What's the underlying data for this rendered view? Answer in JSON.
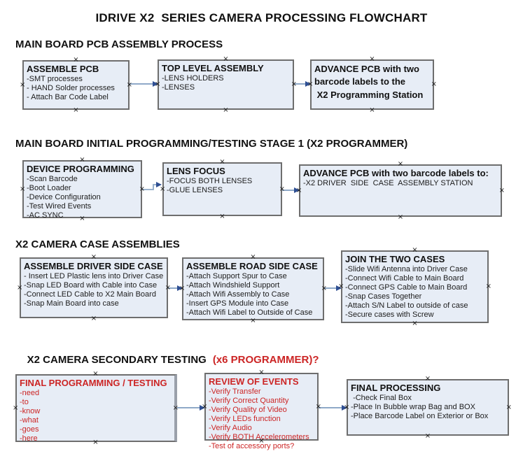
{
  "title": "IDRIVE X2  SERIES CAMERA PROCESSING FLOWCHART",
  "colors": {
    "box_fill": "#e7edf6",
    "box_border": "#6e6e6e",
    "red_text": "#cc2525",
    "arrow_line": "#8fa9c8",
    "arrow_head": "#2f4f93"
  },
  "handle_glyph": "×",
  "sections": [
    {
      "header": "MAIN BOARD PCB ASSEMBLY PROCESS",
      "boxes": [
        {
          "title": "ASSEMBLE PCB",
          "items": [
            "-SMT processes",
            "- HAND Solder processes",
            "- Attach Bar Code Label"
          ]
        },
        {
          "title": "TOP LEVEL ASSEMBLY",
          "items": [
            "-LENS HOLDERS",
            "-LENSES"
          ]
        },
        {
          "title": "ADVANCE PCB with two\nbarcode labels to the\n X2 Programming Station",
          "items": []
        }
      ]
    },
    {
      "header": "MAIN BOARD INITIAL PROGRAMMING/TESTING STAGE 1 (X2 PROGRAMMER)",
      "boxes": [
        {
          "title": "DEVICE PROGRAMMING",
          "items": [
            "-Scan Barcode",
            "-Boot Loader",
            "-Device Configuration",
            "-Test Wired Events",
            "-AC SYNC"
          ]
        },
        {
          "title": "LENS FOCUS",
          "items": [
            "-FOCUS BOTH LENSES",
            "-GLUE LENSES"
          ]
        },
        {
          "title": "ADVANCE PCB with two barcode labels to:",
          "items": [
            "-X2 DRIVER  SIDE  CASE  ASSEMBLY STATION"
          ]
        }
      ]
    },
    {
      "header": "X2 CAMERA CASE ASSEMBLIES",
      "boxes": [
        {
          "title": "ASSEMBLE DRIVER SIDE CASE",
          "items": [
            "- Insert LED Plastic lens into Driver Case",
            "-Snap LED Board with Cable into Case",
            "-Connect LED Cable to X2 Main Board",
            "-Snap Main Board into case"
          ]
        },
        {
          "title": "ASSEMBLE ROAD SIDE CASE",
          "items": [
            "-Attach Support Spur to Case",
            "-Attach Windshield Support",
            "-Attach Wifi Assembly to Case",
            "-Insert GPS Module into Case",
            "-Attach Wifi Label to Outside of Case"
          ]
        },
        {
          "title": "JOIN THE TWO CASES",
          "items": [
            "-Slide Wifi Antenna into Driver Case",
            "-Connect Wifi Cable to Main Board",
            "-Connect GPS Cable to Main Board",
            "-Snap Cases Together",
            "-Attach S/N Label to outside of case",
            "-Secure cases with Screw"
          ]
        }
      ]
    },
    {
      "header": "X2 CAMERA SECONDARY TESTING",
      "header_red": "(x6 PROGRAMMER)?",
      "boxes": [
        {
          "title": "FINAL PROGRAMMING / TESTING",
          "items": [
            "-need",
            "-to",
            "-know",
            "-what",
            "-goes",
            "-here"
          ]
        },
        {
          "title": "REVIEW OF EVENTS",
          "items": [
            "-Verify Transfer",
            "-Verify Correct Quantity",
            "-Verify Quality of Video",
            "-Verify LEDs function",
            "-Verify Audio",
            "-Verify BOTH Accelerometers",
            "-Test of accessory ports?"
          ]
        },
        {
          "title": "FINAL PROCESSING",
          "items": [
            " -Check Final Box",
            "-Place In Bubble wrap Bag and BOX",
            "-Place Barcode Label on Exterior or Box"
          ]
        }
      ]
    }
  ]
}
